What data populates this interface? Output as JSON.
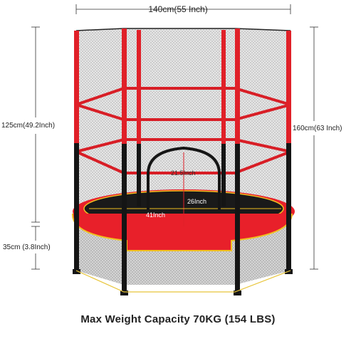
{
  "dimensions": {
    "width": "140cm(55 Inch)",
    "net_height": "125cm(49.2Inch)",
    "frame_height": "35cm (3.8Inch)",
    "total_height": "160cm(63 Inch)",
    "arch_height": "21.5Inch",
    "mat_width": "26Inch",
    "frame_diameter": "41Inch"
  },
  "caption": "Max Weight Capacity 70KG (154 LBS)",
  "colors": {
    "pole_red": "#e02028",
    "pole_black": "#151515",
    "net_gray": "#c8c8c8",
    "pad_red": "#e8202a",
    "pad_yellow": "#f0c020",
    "mat_black": "#1a1a1a"
  }
}
